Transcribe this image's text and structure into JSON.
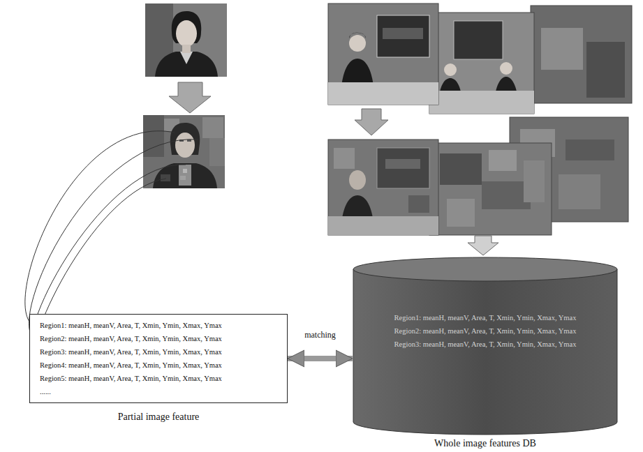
{
  "diagram": {
    "nodes": [
      {
        "text": [
          "Region1: meanH, meanV, Area, T, Xmin, Ymin, Xmax, Ymax",
          "Region2: meanH, meanV, Area, T, Xmin, Ymin, Xmax, Ymax",
          "Region3: meanH, meanV, Area, T, Xmin, Ymin, Xmax, Ymax",
          "Region4: meanH, meanV, Area, T, Xmin, Ymin, Xmax, Ymax",
          "Region5: meanH, meanV, Area, T, Xmin, Ymin, Xmax, Ymax",
          "......"
        ]
      },
      {
        "text": [
          "Region1: meanH, meanV, Area, T, Xmin, Ymin, Xmax, Ymax",
          "Region2: meanH, meanV, Area, T, Xmin, Ymin, Xmax, Ymax",
          "Region3: meanH, meanV, Area, T, Xmin, Ymin, Xmax, Ymax"
        ]
      }
    ],
    "edges": [
      {
        "from": 0,
        "to": 1,
        "label": "matching",
        "arrow": "both"
      }
    ],
    "labels": [
      "Partial image feature",
      "Whole image features DB"
    ]
  }
}
